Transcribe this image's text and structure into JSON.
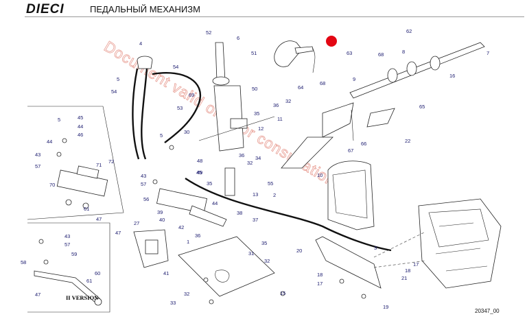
{
  "header": {
    "logo": "DIECI",
    "title": "ПЕДАЛЬНЫЙ МЕХАНИЗМ"
  },
  "watermark": {
    "line1": "Document valid only for consultation"
  },
  "diagram": {
    "drawing_number": "20347_00",
    "version_label": "II VERSION",
    "marker_color": "#e30613",
    "callouts": [
      {
        "id": "c52",
        "text": "52"
      },
      {
        "id": "c6",
        "text": "6"
      },
      {
        "id": "c4",
        "text": "4"
      },
      {
        "id": "c51",
        "text": "51"
      },
      {
        "id": "c54a",
        "text": "54"
      },
      {
        "id": "c5a",
        "text": "5"
      },
      {
        "id": "c54b",
        "text": "54"
      },
      {
        "id": "c69",
        "text": "69"
      },
      {
        "id": "c50",
        "text": "50"
      },
      {
        "id": "c53",
        "text": "53"
      },
      {
        "id": "c35a",
        "text": "35"
      },
      {
        "id": "c36a",
        "text": "36"
      },
      {
        "id": "c32a",
        "text": "32"
      },
      {
        "id": "c11",
        "text": "11"
      },
      {
        "id": "c12",
        "text": "12"
      },
      {
        "id": "c30",
        "text": "30"
      },
      {
        "id": "c5b",
        "text": "5"
      },
      {
        "id": "c9",
        "text": "9"
      },
      {
        "id": "c8",
        "text": "8"
      },
      {
        "id": "c62",
        "text": "62"
      },
      {
        "id": "c7",
        "text": "7"
      },
      {
        "id": "c63",
        "text": "63"
      },
      {
        "id": "c68a",
        "text": "68"
      },
      {
        "id": "c16",
        "text": "16"
      },
      {
        "id": "c64",
        "text": "64"
      },
      {
        "id": "c68b",
        "text": "68"
      },
      {
        "id": "c65",
        "text": "65"
      },
      {
        "id": "c66",
        "text": "66"
      },
      {
        "id": "c67",
        "text": "67"
      },
      {
        "id": "c22",
        "text": "22"
      },
      {
        "id": "c10",
        "text": "10"
      },
      {
        "id": "c45a",
        "text": "45"
      },
      {
        "id": "c5c",
        "text": "5"
      },
      {
        "id": "c44a",
        "text": "44"
      },
      {
        "id": "c46",
        "text": "46"
      },
      {
        "id": "c44b",
        "text": "44"
      },
      {
        "id": "c43a",
        "text": "43"
      },
      {
        "id": "c57a",
        "text": "57"
      },
      {
        "id": "c71",
        "text": "71"
      },
      {
        "id": "c72",
        "text": "72"
      },
      {
        "id": "c70",
        "text": "70"
      },
      {
        "id": "c61a",
        "text": "61"
      },
      {
        "id": "c47a",
        "text": "47"
      },
      {
        "id": "c48",
        "text": "48"
      },
      {
        "id": "c49",
        "text": "49"
      },
      {
        "id": "c36b",
        "text": "36"
      },
      {
        "id": "c32b",
        "text": "32"
      },
      {
        "id": "c43b",
        "text": "43"
      },
      {
        "id": "c57b",
        "text": "57"
      },
      {
        "id": "c56",
        "text": "56"
      },
      {
        "id": "c35b",
        "text": "35"
      },
      {
        "id": "c45b",
        "text": "45"
      },
      {
        "id": "c34",
        "text": "34"
      },
      {
        "id": "c55",
        "text": "55"
      },
      {
        "id": "c13",
        "text": "13"
      },
      {
        "id": "c2",
        "text": "2"
      },
      {
        "id": "c44c",
        "text": "44"
      },
      {
        "id": "c39",
        "text": "39"
      },
      {
        "id": "c40",
        "text": "40"
      },
      {
        "id": "c38",
        "text": "38"
      },
      {
        "id": "c37",
        "text": "37"
      },
      {
        "id": "c27",
        "text": "27"
      },
      {
        "id": "c42",
        "text": "42"
      },
      {
        "id": "c47b",
        "text": "47"
      },
      {
        "id": "c1",
        "text": "1"
      },
      {
        "id": "c36c",
        "text": "36"
      },
      {
        "id": "c35c",
        "text": "35"
      },
      {
        "id": "c43c",
        "text": "43"
      },
      {
        "id": "c57c",
        "text": "57"
      },
      {
        "id": "c59",
        "text": "59"
      },
      {
        "id": "c58",
        "text": "58"
      },
      {
        "id": "c60",
        "text": "60"
      },
      {
        "id": "c61b",
        "text": "61"
      },
      {
        "id": "c47c",
        "text": "47"
      },
      {
        "id": "c41",
        "text": "41"
      },
      {
        "id": "c31",
        "text": "31"
      },
      {
        "id": "c32c",
        "text": "32"
      },
      {
        "id": "c20",
        "text": "20"
      },
      {
        "id": "c3",
        "text": "3"
      },
      {
        "id": "c17",
        "text": "17"
      },
      {
        "id": "c18",
        "text": "18"
      },
      {
        "id": "c21",
        "text": "21"
      },
      {
        "id": "c18b",
        "text": "18"
      },
      {
        "id": "c17b",
        "text": "17"
      },
      {
        "id": "c15",
        "text": "15"
      },
      {
        "id": "c32d",
        "text": "32"
      },
      {
        "id": "c33",
        "text": "33"
      },
      {
        "id": "c19",
        "text": "19"
      }
    ]
  }
}
